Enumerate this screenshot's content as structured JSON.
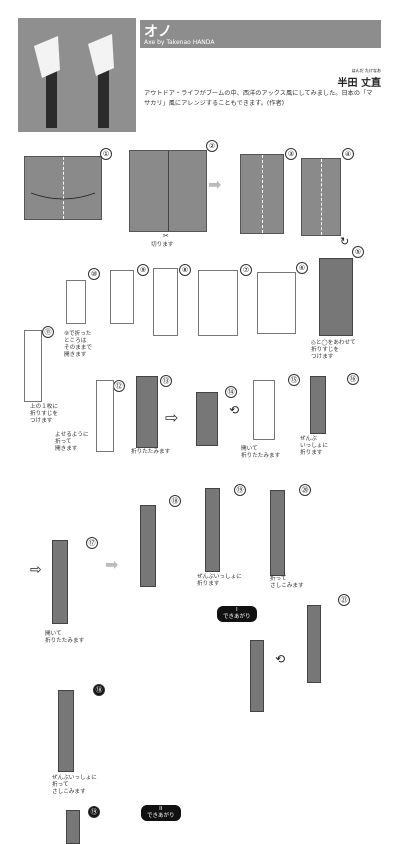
{
  "header": {
    "title": "オノ",
    "subtitle": "Axe by Takenao HANDA",
    "author_ruby": "はんだ たけなお",
    "author": "半田 丈直",
    "description": "アウトドア・ライフがブームの中、西洋のアックス風にしてみました。日本の「マサカリ」風にアレンジすることもできます。(作者)"
  },
  "steps": {
    "s1": "①",
    "s2": "②",
    "s3": "③",
    "s4": "④",
    "s5": "⑤",
    "s6": "⑥",
    "s7": "⑦",
    "s8": "⑧",
    "s9": "⑨",
    "s10": "⑩",
    "s11": "⑪",
    "s12": "⑫",
    "s13": "⑬",
    "s14": "⑭",
    "s15": "⑮",
    "s16": "⑯",
    "s17": "⑰",
    "s18": "⑱",
    "s19": "⑲",
    "s20": "⑳",
    "s21": "㉑",
    "s18b": "⑱",
    "s19b": "⑲"
  },
  "captions": {
    "cut": "切ります",
    "step5": "◎と◯をあわせて\n折りすじを\nつけます",
    "step9": "⑨で折った\nところは\nそのままで\n開きます",
    "step11": "上の１枚に\n折りすじを\nつけます",
    "step12": "よせるように\n折って\n開きます",
    "step13": "折りたたみます",
    "step15": "開いて\n折りたたみます",
    "step16": "ぜんぶ\nいっしょに\n折ります",
    "step17": "開いて\n折りたたみます",
    "step19": "ぜんぶいっしょに\n折ります",
    "step20": "折って\nさしこみます",
    "step18b": "ぜんぶいっしょに\n折って\nさしこみます"
  },
  "done_labels": {
    "done1_roman": "I",
    "done1": "できあがり",
    "done2_roman": "II",
    "done2": "できあがり"
  }
}
